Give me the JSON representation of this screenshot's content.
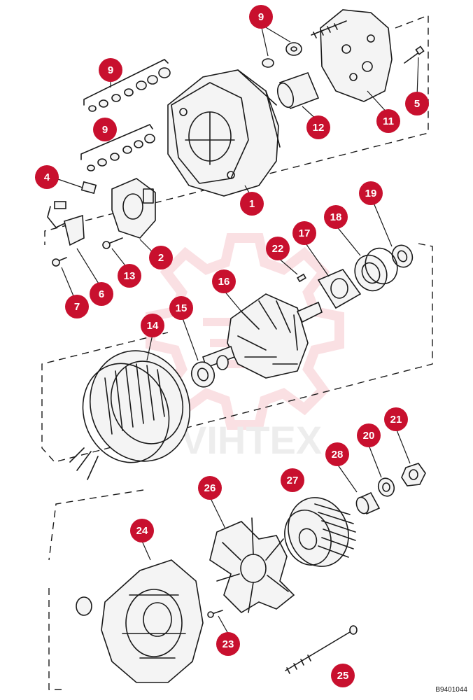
{
  "diagram": {
    "reference_code": "B9401044",
    "watermark": "VIHTEX",
    "accent_color": "#c8102e",
    "callouts": [
      {
        "id": "c9a",
        "label": "9"
      },
      {
        "id": "c5",
        "label": "5"
      },
      {
        "id": "c11",
        "label": "11"
      },
      {
        "id": "c12",
        "label": "12"
      },
      {
        "id": "c9b",
        "label": "9"
      },
      {
        "id": "c9c",
        "label": "9"
      },
      {
        "id": "c1",
        "label": "1"
      },
      {
        "id": "c4",
        "label": "4"
      },
      {
        "id": "c2",
        "label": "2"
      },
      {
        "id": "c13",
        "label": "13"
      },
      {
        "id": "c6",
        "label": "6"
      },
      {
        "id": "c7",
        "label": "7"
      },
      {
        "id": "c19",
        "label": "19"
      },
      {
        "id": "c18",
        "label": "18"
      },
      {
        "id": "c17",
        "label": "17"
      },
      {
        "id": "c22",
        "label": "22"
      },
      {
        "id": "c16",
        "label": "16"
      },
      {
        "id": "c15",
        "label": "15"
      },
      {
        "id": "c14",
        "label": "14"
      },
      {
        "id": "c21",
        "label": "21"
      },
      {
        "id": "c20",
        "label": "20"
      },
      {
        "id": "c28",
        "label": "28"
      },
      {
        "id": "c27",
        "label": "27"
      },
      {
        "id": "c26",
        "label": "26"
      },
      {
        "id": "c24",
        "label": "24"
      },
      {
        "id": "c23",
        "label": "23"
      },
      {
        "id": "c25",
        "label": "25"
      }
    ]
  }
}
